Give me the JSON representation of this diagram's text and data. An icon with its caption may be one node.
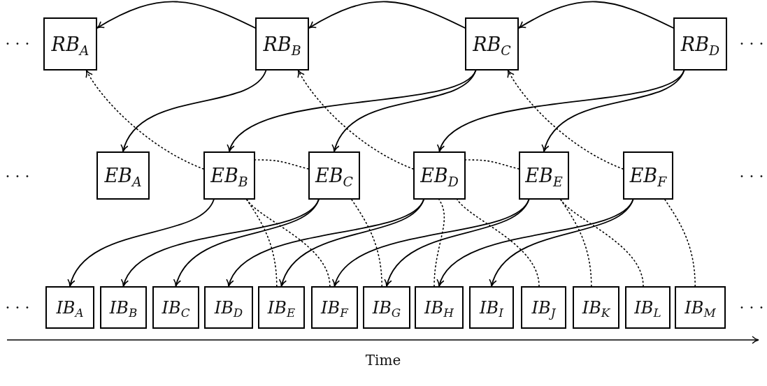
{
  "diagram": {
    "nodes": [
      {
        "text": [
          "RB$_{A}$"
        ]
      },
      {
        "text": [
          "RB$_{B}$"
        ]
      },
      {
        "text": [
          "RB$_{C}$"
        ]
      },
      {
        "text": [
          "RB$_{D}$"
        ]
      },
      {
        "text": [
          "EB$_{A}$"
        ]
      },
      {
        "text": [
          "EB$_{B}$"
        ]
      },
      {
        "text": [
          "EB$_{C}$"
        ]
      },
      {
        "text": [
          "EB$_{D}$"
        ]
      },
      {
        "text": [
          "EB$_{E}$"
        ]
      },
      {
        "text": [
          "EB$_{F}$"
        ]
      },
      {
        "text": [
          "IB$_{A}$"
        ]
      },
      {
        "text": [
          "IB$_{B}$"
        ]
      },
      {
        "text": [
          "IB$_{C}$"
        ]
      },
      {
        "text": [
          "IB$_{D}$"
        ]
      },
      {
        "text": [
          "IB$_{E}$"
        ]
      },
      {
        "text": [
          "IB$_{F}$"
        ]
      },
      {
        "text": [
          "IB$_{G}$"
        ]
      },
      {
        "text": [
          "IB$_{H}$"
        ]
      },
      {
        "text": [
          "IB$_{I}$"
        ]
      },
      {
        "text": [
          "IB$_{J}$"
        ]
      },
      {
        "text": [
          "IB$_{K}$"
        ]
      },
      {
        "text": [
          "IB$_{L}$"
        ]
      },
      {
        "text": [
          "IB$_{M}$"
        ]
      }
    ],
    "edges": [
      {
        "from": 1,
        "to": 0,
        "arrow": "to"
      },
      {
        "from": 2,
        "to": 1,
        "arrow": "to"
      },
      {
        "from": 3,
        "to": 2,
        "arrow": "to"
      },
      {
        "from": 1,
        "to": 4,
        "arrow": "to"
      },
      {
        "from": 2,
        "to": 5,
        "arrow": "to"
      },
      {
        "from": 2,
        "to": 6,
        "arrow": "to"
      },
      {
        "from": 3,
        "to": 7,
        "arrow": "to"
      },
      {
        "from": 3,
        "to": 8,
        "arrow": "to"
      },
      {
        "from": 5,
        "to": 10,
        "arrow": "to"
      },
      {
        "from": 6,
        "to": 11,
        "arrow": "to"
      },
      {
        "from": 6,
        "to": 12,
        "arrow": "to"
      },
      {
        "from": 7,
        "to": 13,
        "arrow": "to"
      },
      {
        "from": 7,
        "to": 14,
        "arrow": "to"
      },
      {
        "from": 8,
        "to": 15,
        "arrow": "to"
      },
      {
        "from": 8,
        "to": 16,
        "arrow": "to"
      },
      {
        "from": 9,
        "to": 17,
        "arrow": "to"
      },
      {
        "from": 9,
        "to": 18,
        "arrow": "to"
      },
      {
        "from": 5,
        "to": 0,
        "arrow": "to",
        "style": "dashed"
      },
      {
        "from": 6,
        "to": 5,
        "arrow": "none",
        "style": "dashed"
      },
      {
        "from": 7,
        "to": 1,
        "arrow": "to",
        "style": "dashed"
      },
      {
        "from": 8,
        "to": 7,
        "arrow": "none",
        "style": "dashed"
      },
      {
        "from": 9,
        "to": 2,
        "arrow": "to",
        "style": "dashed"
      },
      {
        "from": 14,
        "to": 5,
        "arrow": "none",
        "style": "dashed"
      },
      {
        "from": 15,
        "to": 5,
        "arrow": "none",
        "style": "dashed"
      },
      {
        "from": 16,
        "to": 6,
        "arrow": "none",
        "style": "dashed"
      },
      {
        "from": 17,
        "to": 7,
        "arrow": "none",
        "style": "dashed"
      },
      {
        "from": 19,
        "to": 7,
        "arrow": "none",
        "style": "dashed"
      },
      {
        "from": 20,
        "to": 8,
        "arrow": "none",
        "style": "dashed"
      },
      {
        "from": 21,
        "to": 8,
        "arrow": "none",
        "style": "dashed"
      },
      {
        "from": 22,
        "to": 9,
        "arrow": "none",
        "style": "dashed"
      }
    ],
    "labels": [
      "· · ·",
      "· · ·",
      "· · ·",
      "· · ·",
      "· · ·",
      "· · ·",
      "Time"
    ]
  }
}
